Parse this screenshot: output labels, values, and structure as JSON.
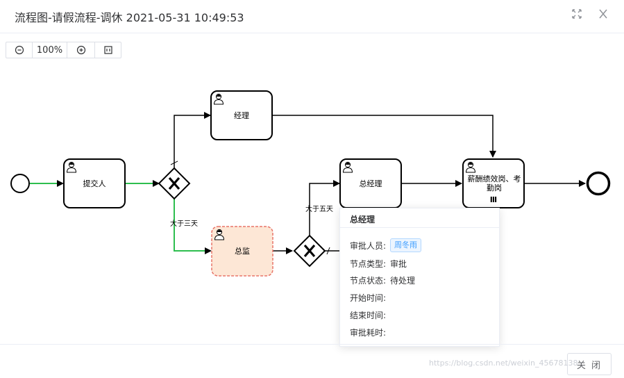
{
  "dialog": {
    "title": "流程图-请假流程-调休 2021-05-31 10:49:53",
    "fullscreen_icon": "fullscreen-icon",
    "close_icon": "close-icon"
  },
  "toolbar": {
    "zoom_out_icon": "zoom-out-icon",
    "zoom_level": "100%",
    "zoom_in_icon": "zoom-in-icon",
    "fit_icon": "fit-view-icon"
  },
  "diagram": {
    "nodes": {
      "submit": "提交人",
      "manager": "经理",
      "director": "总监",
      "general_manager": "总经理",
      "hr": "薪酬绩效岗、考勤岗",
      "multi_instance_marker": "Ⅲ"
    },
    "flow_labels": {
      "gt_three_days": "大于三天",
      "gt_five_days": "大于五天"
    },
    "colors": {
      "completed_flow": "#2dbe4e",
      "active_node_fill": "#fde7d6",
      "active_node_border": "#e87569"
    }
  },
  "popover": {
    "title": "总经理",
    "rows": {
      "approver_label": "审批人员:",
      "approver_value": "周冬雨",
      "node_type_label": "节点类型:",
      "node_type_value": "审批",
      "node_status_label": "节点状态:",
      "node_status_value": "待处理",
      "start_time_label": "开始时间:",
      "start_time_value": "",
      "end_time_label": "结束时间:",
      "end_time_value": "",
      "duration_label": "审批耗时:",
      "duration_value": ""
    }
  },
  "footer": {
    "close_label": "关 闭",
    "watermark": "https://blog.csdn.net/weixin_45678138"
  }
}
